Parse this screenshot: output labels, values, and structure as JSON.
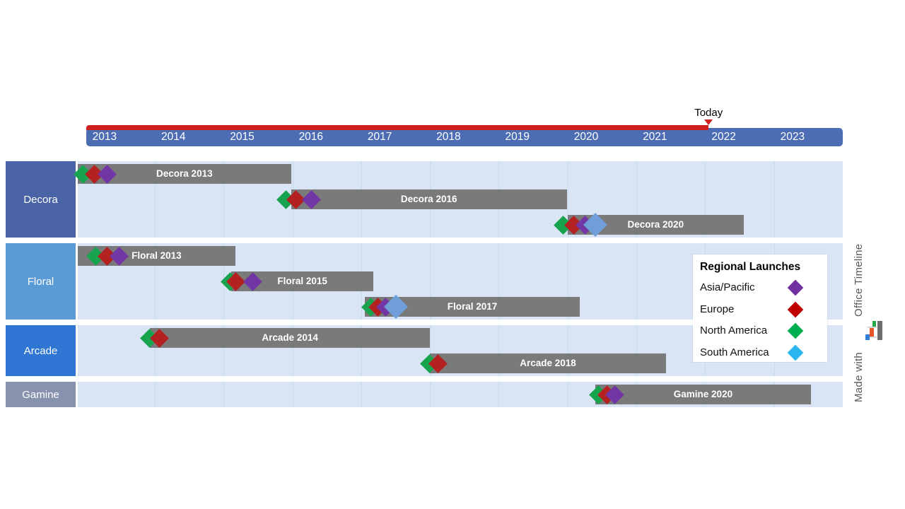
{
  "watermark": {
    "made_with": "Made with",
    "brand": "Office Timeline",
    "color": "#595959"
  },
  "chart_data": {
    "type": "gantt-timeline",
    "title": "",
    "axis": {
      "start_year": 2013,
      "end_year": 2024,
      "tick_years": [
        "2013",
        "2014",
        "2015",
        "2016",
        "2017",
        "2018",
        "2019",
        "2020",
        "2021",
        "2022",
        "2023"
      ],
      "band_color": "#4c6cb3",
      "elapsed_color": "#cf1f1f",
      "label_color": "#ffffff"
    },
    "today": {
      "label": "Today",
      "position": 2022.05
    },
    "plot": {
      "row_bg": "#d9e5f4",
      "gridline_color": "#c5d9ef",
      "bar_color": "#7a7a7a",
      "bar_text_color": "#ffffff"
    },
    "regions": [
      {
        "name": "Asia/Pacific",
        "legend_color": "#7030a0",
        "marker_color": "#7237a4"
      },
      {
        "name": "Europe",
        "legend_color": "#c00000",
        "marker_color": "#b42121"
      },
      {
        "name": "North America",
        "legend_color": "#00b050",
        "marker_color": "#18a44f"
      },
      {
        "name": "South America",
        "legend_color": "#29b6f0",
        "marker_color": "#6f9ed9"
      }
    ],
    "lanes": [
      {
        "name": "Decora",
        "color": "#4a63a7",
        "bars": [
          {
            "label": "Decora 2013",
            "start": 2012.88,
            "end": 2015.98,
            "markers": [
              {
                "region": "North America",
                "year": 2012.96
              },
              {
                "region": "Europe",
                "year": 2013.12
              },
              {
                "region": "Asia/Pacific",
                "year": 2013.31
              }
            ]
          },
          {
            "label": "Decora 2016",
            "start": 2015.98,
            "end": 2019.99,
            "markers": [
              {
                "region": "North America",
                "year": 2015.91
              },
              {
                "region": "Europe",
                "year": 2016.05
              },
              {
                "region": "Asia/Pacific",
                "year": 2016.28
              }
            ]
          },
          {
            "label": "Decora 2020",
            "start": 2020.0,
            "end": 2022.56,
            "markers": [
              {
                "region": "North America",
                "year": 2019.94
              },
              {
                "region": "Europe",
                "year": 2020.09
              },
              {
                "region": "Asia/Pacific",
                "year": 2020.25
              },
              {
                "region": "South America",
                "year": 2020.4
              }
            ]
          }
        ]
      },
      {
        "name": "Floral",
        "color": "#5b9bd5",
        "bars": [
          {
            "label": "Floral 2013",
            "start": 2012.88,
            "end": 2015.17,
            "markers": [
              {
                "region": "North America",
                "year": 2013.14
              },
              {
                "region": "Europe",
                "year": 2013.31
              },
              {
                "region": "Asia/Pacific",
                "year": 2013.48
              }
            ]
          },
          {
            "label": "Floral 2015",
            "start": 2015.11,
            "end": 2017.18,
            "markers": [
              {
                "region": "North America",
                "year": 2015.09
              },
              {
                "region": "Europe",
                "year": 2015.18
              },
              {
                "region": "Asia/Pacific",
                "year": 2015.42
              }
            ]
          },
          {
            "label": "Floral 2017",
            "start": 2017.05,
            "end": 2020.18,
            "markers": [
              {
                "region": "North America",
                "year": 2017.14
              },
              {
                "region": "Europe",
                "year": 2017.24
              },
              {
                "region": "Asia/Pacific",
                "year": 2017.36
              },
              {
                "region": "South America",
                "year": 2017.51
              }
            ]
          }
        ]
      },
      {
        "name": "Arcade",
        "color": "#2e75d4",
        "bars": [
          {
            "label": "Arcade 2014",
            "start": 2013.93,
            "end": 2018.0,
            "markers": [
              {
                "region": "North America",
                "year": 2013.92
              },
              {
                "region": "Europe",
                "year": 2014.07
              }
            ]
          },
          {
            "label": "Arcade 2018",
            "start": 2018.0,
            "end": 2021.43,
            "markers": [
              {
                "region": "North America",
                "year": 2017.99
              },
              {
                "region": "Europe",
                "year": 2018.12
              }
            ]
          }
        ]
      },
      {
        "name": "Gamine",
        "color": "#8793ae",
        "bars": [
          {
            "label": "Gamine 2020",
            "start": 2020.4,
            "end": 2023.54,
            "markers": [
              {
                "region": "North America",
                "year": 2020.45
              },
              {
                "region": "Europe",
                "year": 2020.57
              },
              {
                "region": "Asia/Pacific",
                "year": 2020.69
              }
            ]
          }
        ]
      }
    ],
    "legend": {
      "title": "Regional Launches",
      "items": [
        {
          "label": "Asia/Pacific",
          "color": "#7030a0"
        },
        {
          "label": "Europe",
          "color": "#c00000"
        },
        {
          "label": "North America",
          "color": "#00b050"
        },
        {
          "label": "South America",
          "color": "#29b6f0"
        }
      ]
    }
  }
}
